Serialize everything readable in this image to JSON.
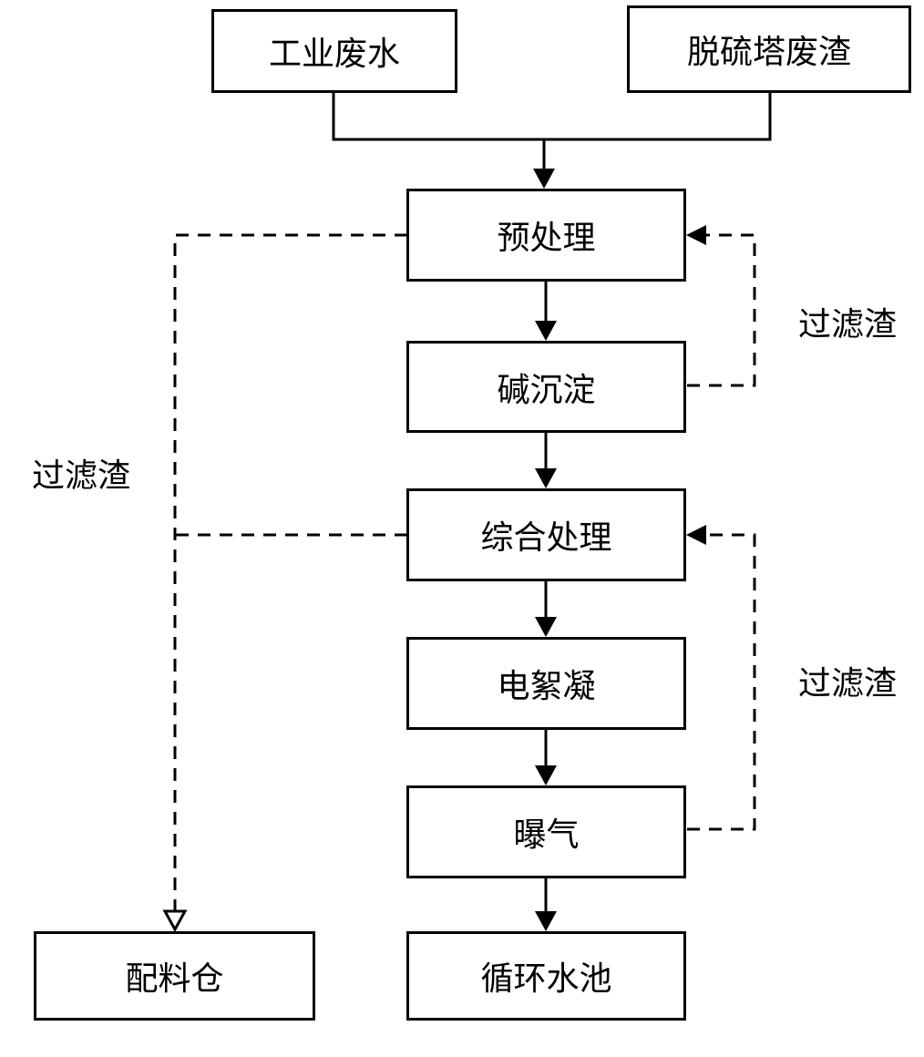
{
  "nodes": {
    "industrial_wastewater": "工业废水",
    "desulfurization_slag": "脱硫塔废渣",
    "pretreatment": "预处理",
    "alkali_precipitation": "碱沉淀",
    "comprehensive_treatment": "综合处理",
    "electroflocculation": "电絮凝",
    "aeration": "曝气",
    "circulating_pool": "循环水池",
    "batching_bin": "配料仓"
  },
  "labels": {
    "filter_residue_left": "过滤渣",
    "filter_residue_right_top": "过滤渣",
    "filter_residue_right_bottom": "过滤渣"
  }
}
